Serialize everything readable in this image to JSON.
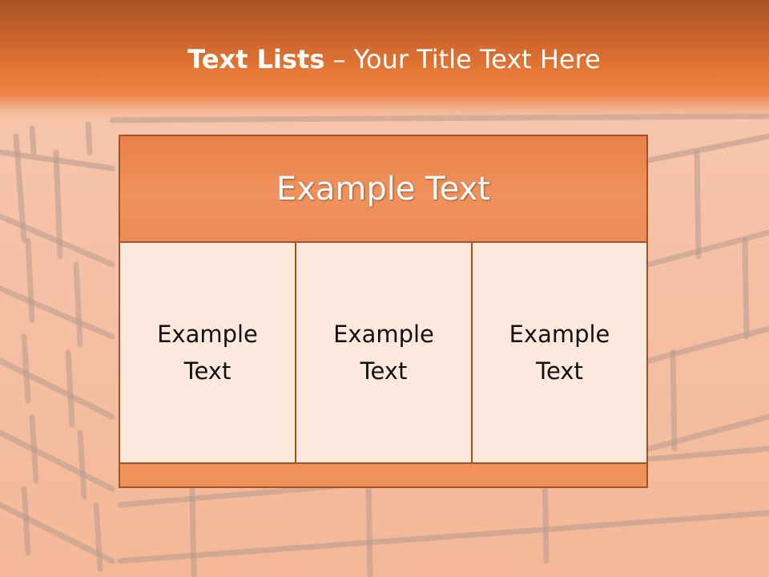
{
  "slide": {
    "title_bold": "Text Lists",
    "title_rest": "– Your Title Text Here",
    "header_text": "Example Text",
    "columns": [
      {
        "line1": "Example",
        "line2": "Text"
      },
      {
        "line1": "Example",
        "line2": "Text"
      },
      {
        "line1": "Example",
        "line2": "Text"
      }
    ]
  },
  "colors": {
    "accent_orange": "#e57634",
    "dark_border": "#a65224",
    "header_fill": "#ef925c",
    "cell_fill": "#fde8de"
  }
}
